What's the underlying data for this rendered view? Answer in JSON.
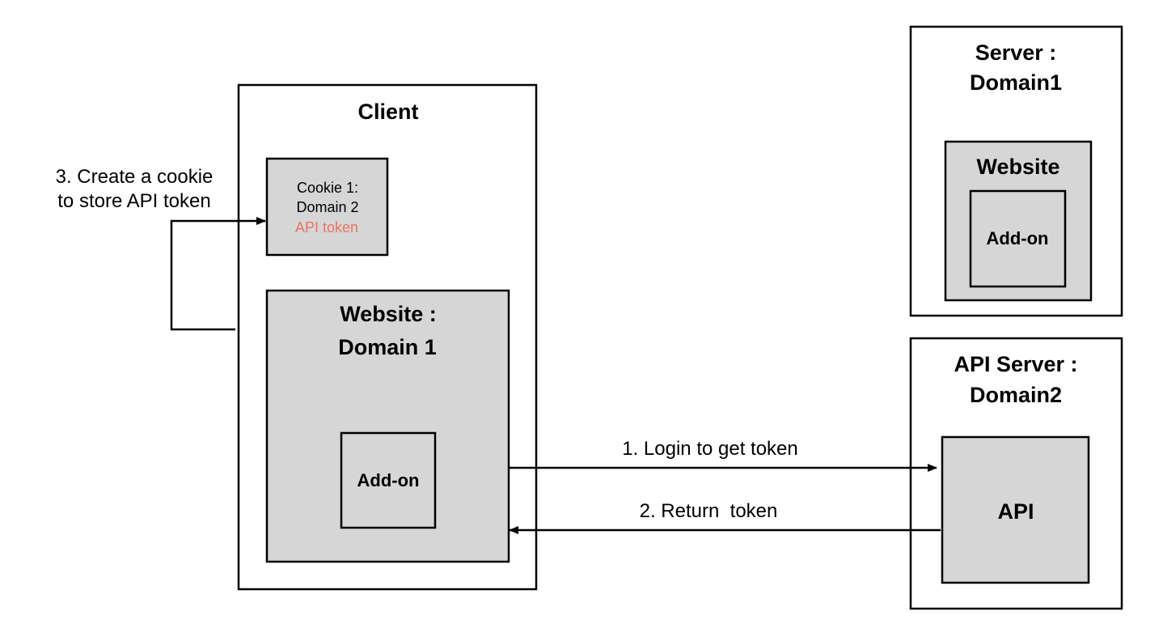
{
  "colors": {
    "box_fill": "#d6d6d6",
    "stroke": "#000000",
    "highlight_text": "#e8735f",
    "background": "#ffffff"
  },
  "client": {
    "title": "Client",
    "cookie": {
      "line1": "Cookie 1:",
      "line2": "Domain 2",
      "line3": "API token"
    },
    "website": {
      "line1": "Website :",
      "line2": "Domain 1",
      "addon": "Add-on"
    }
  },
  "server": {
    "title_line1": "Server :",
    "title_line2": "Domain1",
    "website": "Website",
    "addon": "Add-on"
  },
  "api_server": {
    "title_line1": "API Server :",
    "title_line2": "Domain2",
    "api": "API"
  },
  "arrows": {
    "step1": "1. Login to get token",
    "step2": "2. Return  token",
    "step3_line1": "3. Create a cookie",
    "step3_line2": "to store API token"
  }
}
